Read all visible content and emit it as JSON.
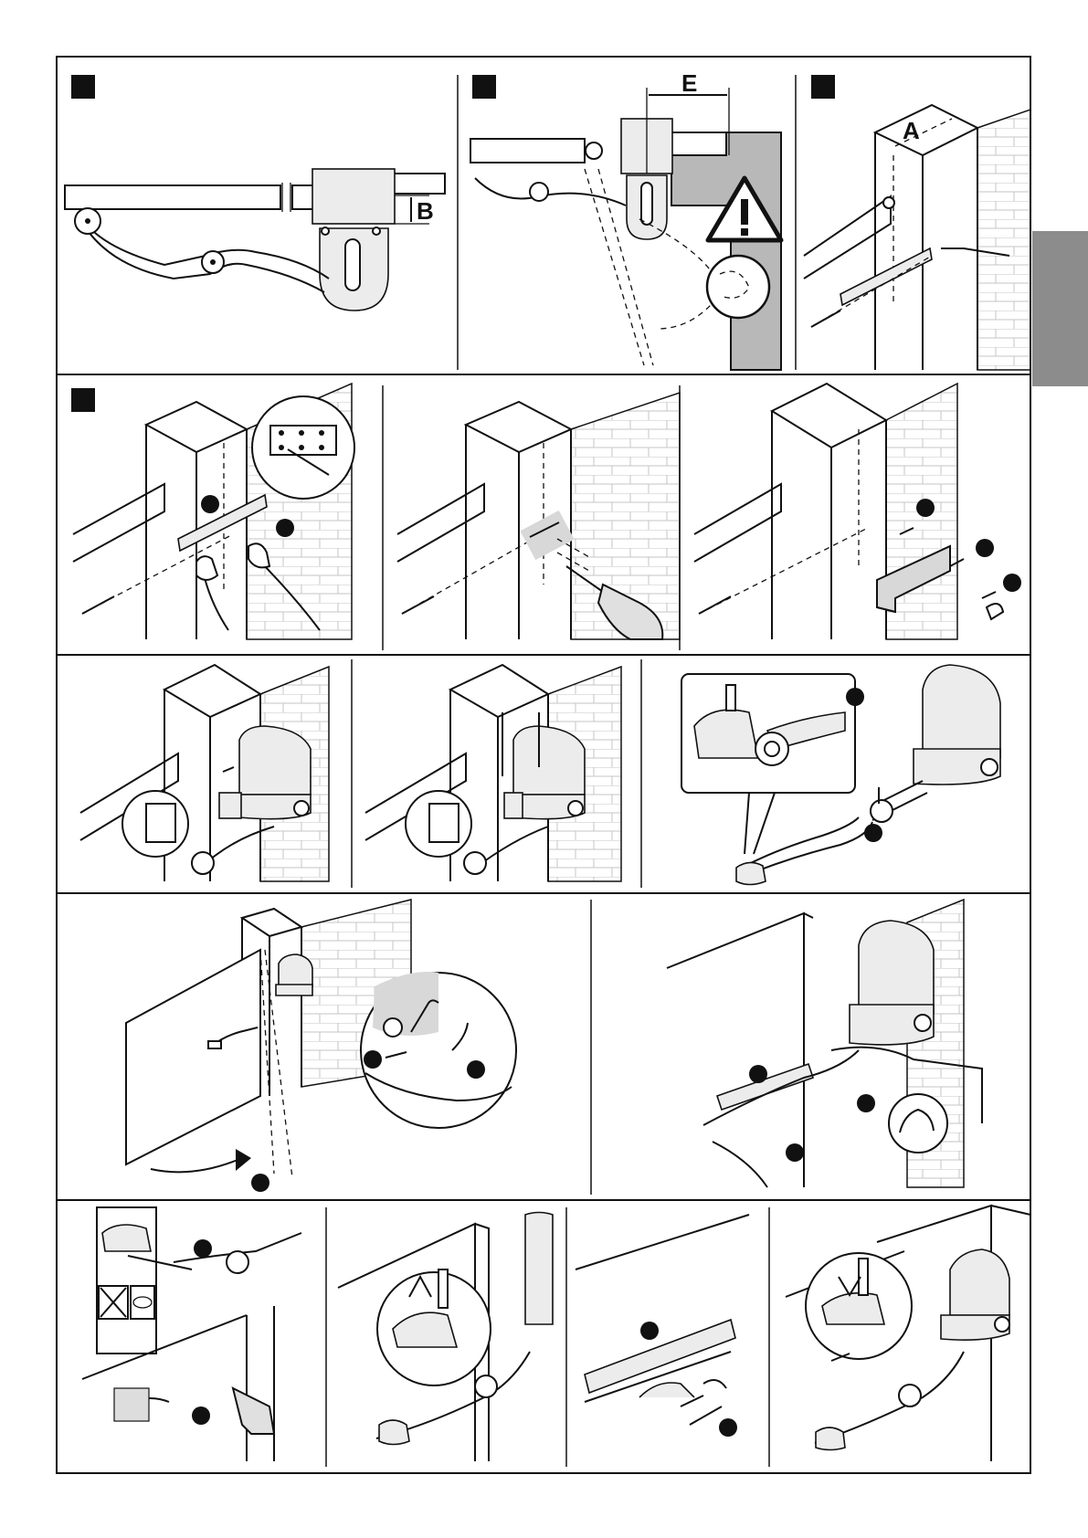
{
  "labels": {
    "dimension_b": "B",
    "dimension_e": "E",
    "dimension_a": "A"
  },
  "colors": {
    "tab": "#8c8c8c",
    "wall": "#b8b8b8",
    "motor": "#d8d8d8",
    "ink": "#111111"
  },
  "icons": [
    "warning-triangle-icon",
    "drill-icon",
    "hand-icon",
    "spirit-level-icon",
    "hex-key-icon",
    "arrow-icon",
    "strong-arm-icon"
  ]
}
